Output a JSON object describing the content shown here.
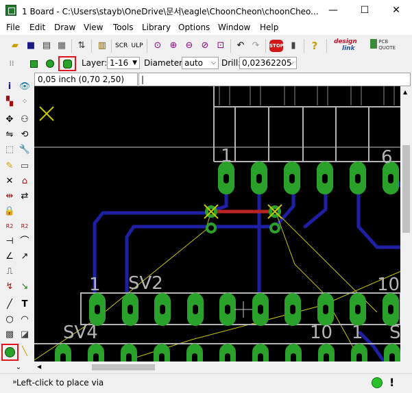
{
  "window": {
    "title": "1 Board - C:\\Users\\stayb\\OneDrive\\문서\\eagle\\ChoonCheon\\choonCheo...",
    "minimize": "—",
    "maximize": "☐",
    "close": "✕"
  },
  "menu": [
    "File",
    "Edit",
    "Draw",
    "View",
    "Tools",
    "Library",
    "Options",
    "Window",
    "Help"
  ],
  "toolbar": {
    "brand1_a": "design",
    "brand1_b": "link",
    "brand2": "PCB QUOTE",
    "stop_label": "STOP",
    "help_label": "?"
  },
  "paramsbar": {
    "layer_label": "Layer:",
    "layer_value": "1-16",
    "diameter_label": "Diameter:",
    "diameter_value": "auto",
    "drill_label": "Drill:",
    "drill_value": "0,02362205"
  },
  "coords": {
    "readout": "0,05 inch (0,70 2,50)",
    "command": "|"
  },
  "board": {
    "labels": [
      "1",
      "6",
      "1",
      "SV2",
      "10",
      "SV4",
      "10",
      "1",
      "S"
    ]
  },
  "colors": {
    "pad": "#2aa12a",
    "trace_bottom": "#1f1fa3",
    "trace_top": "#b82424",
    "outline": "#b4b4b4",
    "airwire": "#c8c800",
    "highlight": "#e0141c"
  },
  "status": {
    "message": "Left-click to place via",
    "chevron": "»"
  }
}
